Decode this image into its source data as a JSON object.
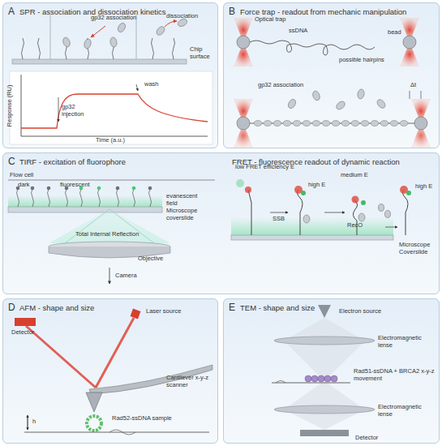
{
  "diagram": {
    "nodes": [
      {
        "text": [
          "A",
          "SPR - association and dissociation kinetics"
        ]
      },
      {
        "text": [
          "B",
          "Force trap - readout from mechanic manipulation"
        ]
      },
      {
        "text": [
          "C",
          "TIRF - excitation of fluorophore",
          "FRET - fluorescence readout of dynamic reaction"
        ]
      },
      {
        "text": [
          "D",
          "AFM - shape and size"
        ]
      },
      {
        "text": [
          "E",
          "TEM - shape and size"
        ]
      }
    ],
    "edges": [],
    "labels": [
      "gp32 association",
      "dissociation",
      "Chip surface",
      "Response (RU)",
      "gp32 injection",
      "wash",
      "Time (a.u.)",
      "Optical trap",
      "ssDNA",
      "bead",
      "possible hairpins",
      "gp32 association",
      "Δt",
      "Flow cell",
      "dark",
      "fluorescent",
      "evanescent field",
      "Microscope coverslide",
      "Total Internal Reflection",
      "Objective",
      "Camera",
      "low FRET efficiency E",
      "SSB",
      "high E",
      "RecO",
      "medium E",
      "high E",
      "Microscope Coverslide",
      "Laser source",
      "Detector",
      "Cantilever x-y-z scanner",
      "h",
      "Rad52-ssDNA sample",
      "Electron source",
      "Electromagnetic lense",
      "Rad51-ssDNA + BRCA2 x-y-z movement",
      "Electromagnetic lense",
      "Detector"
    ]
  }
}
